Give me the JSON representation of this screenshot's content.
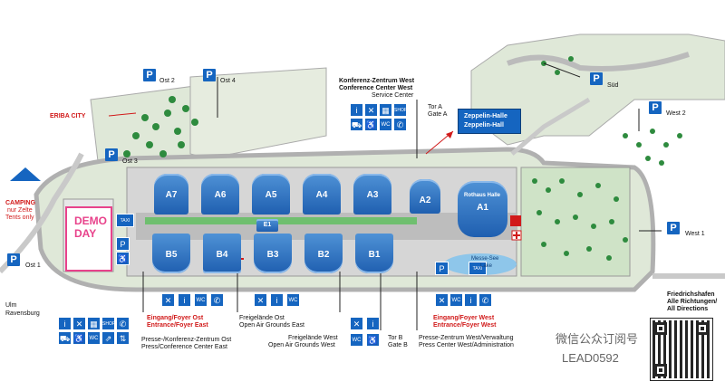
{
  "parking": {
    "ost1": "Ost 1",
    "ost2": "Ost 2",
    "ost3": "Ost 3",
    "ost4": "Ost 4",
    "sued": "Süd",
    "west1": "West 1",
    "west2": "West 2",
    "symbol": "P"
  },
  "labels": {
    "eriba_city": "ERIBA CITY",
    "camping": [
      "CAMPING",
      "nur Zelte",
      "Tents only"
    ],
    "ulm": [
      "Ulm",
      "Ravensburg"
    ],
    "demo_day": [
      "DEMO",
      "DAY"
    ],
    "konferenz_west": [
      "Konferenz-Zentrum West",
      "Conference Center West",
      "Service Center"
    ],
    "tor_a": [
      "Tor A",
      "Gate A"
    ],
    "zeppelin_halle": [
      "Zeppelin-Halle",
      "Zeppelin-Hall"
    ],
    "rothaus_halle": "Rothaus Halle",
    "messe_see": [
      "Messe-See",
      "Lake"
    ],
    "friedrichshafen": [
      "Friedrichshafen",
      "Alle Richtungen/",
      "All Directions"
    ],
    "eingang_ost": [
      "Eingang/Foyer Ost",
      "Entrance/Foyer East"
    ],
    "presse_ost": [
      "Presse-/Konferenz-Zentrum Ost",
      "Press/Conference Center East"
    ],
    "freigelaende_ost": [
      "Freigelände Ost",
      "Open Air Grounds East"
    ],
    "freigelaende_west": [
      "Freigelände West",
      "Open Air Grounds West"
    ],
    "tor_b": [
      "Tor B",
      "Gate B"
    ],
    "presse_west": [
      "Presse-Zentrum West/Verwaltung",
      "Press Center West/Administration"
    ],
    "eingang_west": [
      "Eingang/Foyer West",
      "Entrance/Foyer West"
    ],
    "taxi": "TAXI",
    "wc": "WC"
  },
  "halls": {
    "top": [
      "A7",
      "A6",
      "A5",
      "A4",
      "A3",
      "A2",
      "A1"
    ],
    "bottom": [
      "B5",
      "B4",
      "B3",
      "B2",
      "B1"
    ],
    "e1": "E1"
  },
  "watermark": {
    "wechat": "微信公众订阅号",
    "id": "LEAD0592"
  },
  "colors": {
    "parking_blue": "#1565c0",
    "hall_blue": "#2f74c3",
    "green": "#3a9a3a",
    "road": "#c9c9c9",
    "red": "#d11a1a"
  }
}
